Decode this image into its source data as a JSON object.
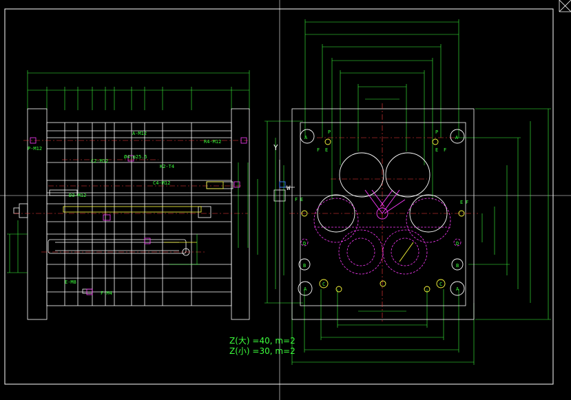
{
  "drawing": {
    "gear_notes": [
      "Z(大) =40, m=2",
      "Z(小) =30, m=2"
    ],
    "section_labels": [
      "A-M12",
      "P-M12",
      "C2-M12",
      "R4-M12",
      "Ø4-φ25.5",
      "K2-T4",
      "D3-M12",
      "C4-M12",
      "E-M8",
      "F-M4"
    ],
    "plate_labels": [
      "A",
      "A",
      "P",
      "P",
      "F",
      "E",
      "E",
      "F",
      "F",
      "E",
      "E",
      "F",
      "D",
      "D",
      "B",
      "B",
      "A",
      "A",
      "C",
      "C"
    ],
    "ucs": {
      "y_label": "Y",
      "w_label": "W"
    },
    "colors": {
      "background": "#000000",
      "outline": "#ffffff",
      "dimension": "#3cff3c",
      "center_line": "#ff3c3c",
      "hidden": "#ff3cff",
      "highlight": "#ffff3c",
      "blue": "#3c78ff",
      "cyan": "#3cffff"
    }
  }
}
